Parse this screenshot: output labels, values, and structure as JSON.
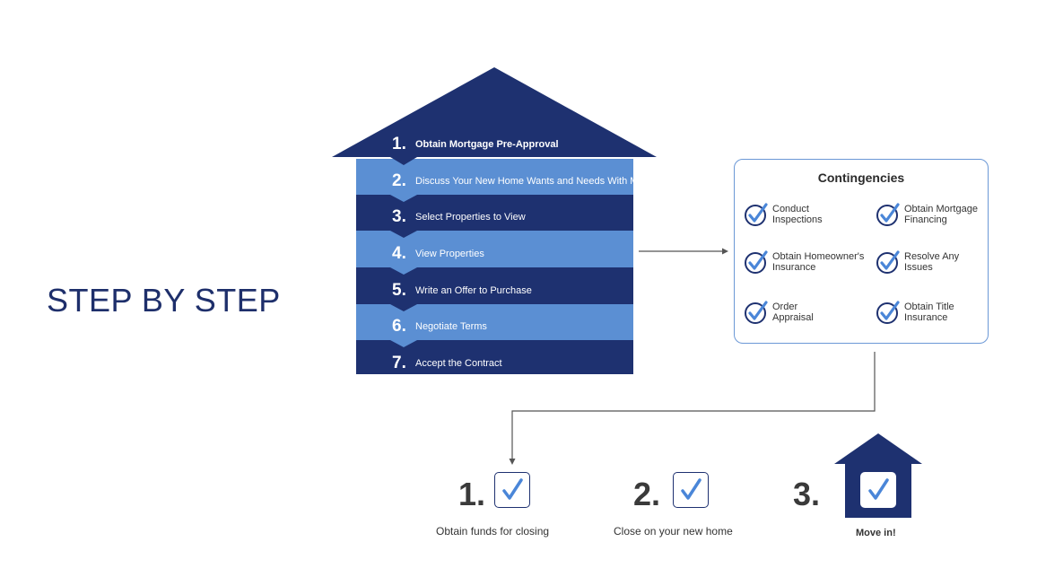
{
  "title": "STEP BY STEP",
  "steps": [
    {
      "num": "1.",
      "label": "Obtain Mortgage Pre-Approval"
    },
    {
      "num": "2.",
      "label": "Discuss Your New Home Wants and Needs With Me"
    },
    {
      "num": "3.",
      "label": "Select Properties to View"
    },
    {
      "num": "4.",
      "label": "View Properties"
    },
    {
      "num": "5.",
      "label": "Write an Offer to Purchase"
    },
    {
      "num": "6.",
      "label": "Negotiate Terms"
    },
    {
      "num": "7.",
      "label": "Accept the Contract"
    }
  ],
  "contingencies": {
    "title": "Contingencies",
    "items": [
      {
        "line1": "Conduct",
        "line2": "Inspections"
      },
      {
        "line1": "Obtain Mortgage",
        "line2": "Financing"
      },
      {
        "line1": "Obtain Homeowner's",
        "line2": "Insurance"
      },
      {
        "line1": "Resolve Any",
        "line2": "Issues"
      },
      {
        "line1": "Order",
        "line2": "Appraisal"
      },
      {
        "line1": "Obtain Title",
        "line2": "Insurance"
      }
    ]
  },
  "final_steps": [
    {
      "num": "1.",
      "label": "Obtain funds for closing"
    },
    {
      "num": "2.",
      "label": "Close on your new home"
    },
    {
      "num": "3.",
      "label": "Move in!"
    }
  ],
  "colors": {
    "navy": "#1e3170",
    "light_blue": "#5b8fd3",
    "check_blue": "#4a86d8"
  }
}
